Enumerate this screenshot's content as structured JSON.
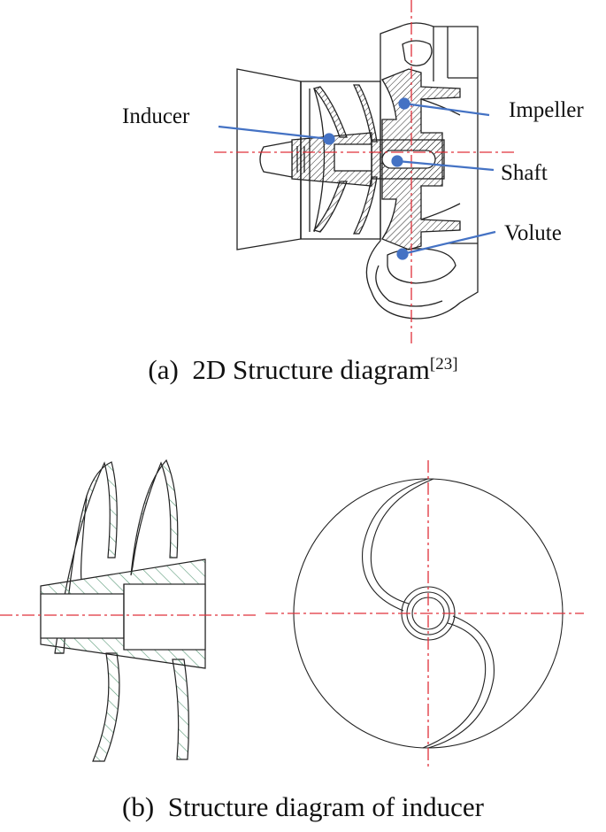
{
  "panel_a": {
    "labels": {
      "inducer": "Inducer",
      "impeller": "Impeller",
      "shaft": "Shaft",
      "volute": "Volute"
    },
    "caption": {
      "prefix": "(a)",
      "text": "2D Structure diagram",
      "ref": "[23]"
    }
  },
  "panel_b": {
    "caption": {
      "prefix": "(b)",
      "text": "Structure diagram of inducer"
    }
  },
  "colors": {
    "centerline": "#e0303a",
    "leader": "#4472c4",
    "hatch": "#5a9a78",
    "ink": "#222222"
  }
}
